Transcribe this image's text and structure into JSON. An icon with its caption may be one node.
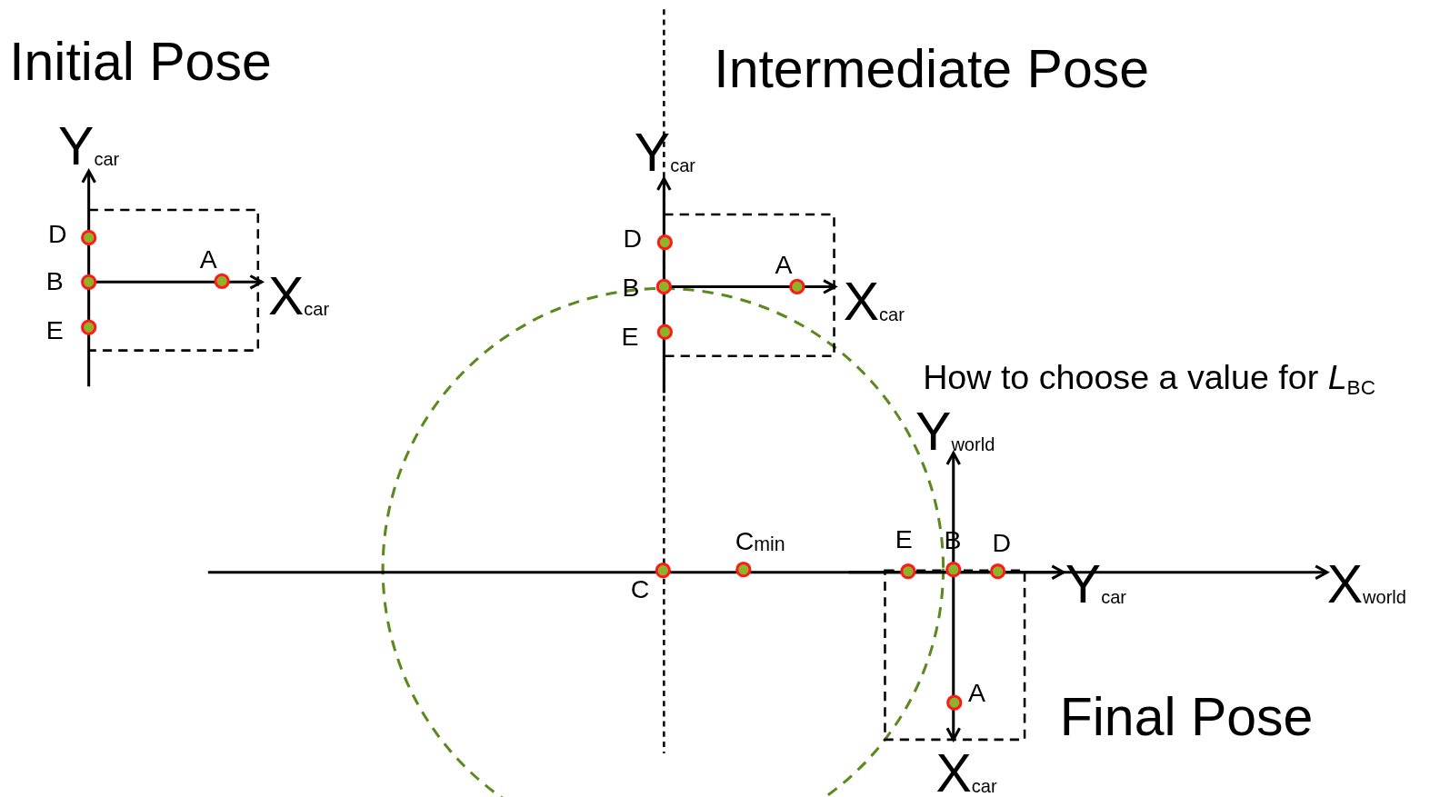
{
  "diagram": {
    "labels": [
      "Initial Pose",
      "Intermediate Pose",
      "Y$_{car}$",
      "Y$_{car}$",
      "D",
      "D",
      "A",
      "A",
      "B",
      "B",
      "X$_{car}$",
      "X$_{car}$",
      "E",
      "E",
      "How to choose a value for *L*$_{BC}$",
      "Y$_{world}$",
      "C$_{min}$",
      "E",
      "B",
      "D",
      "C",
      "Y$_{car}$",
      "X$_{world}$",
      "A",
      "Final Pose",
      "X$_{car}$"
    ]
  }
}
